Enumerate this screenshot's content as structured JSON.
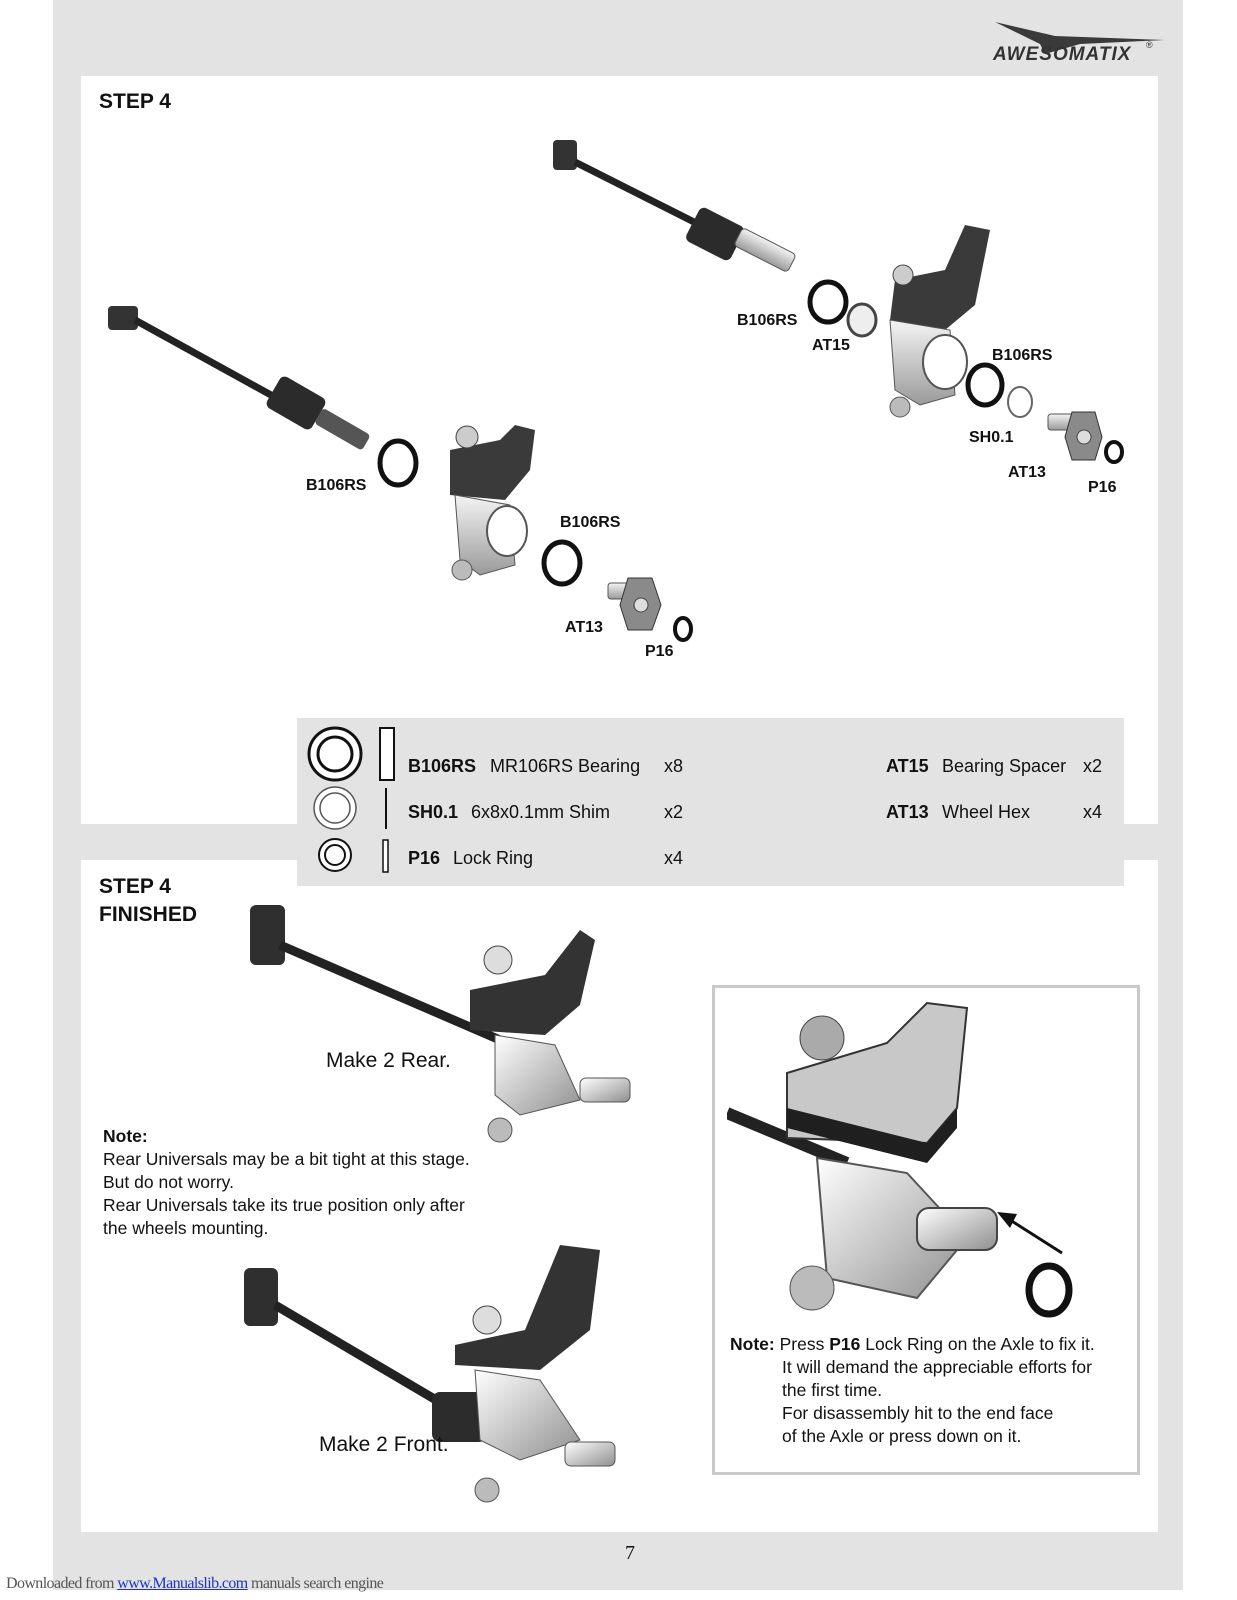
{
  "brand": {
    "logo_text": "AWESOMATIX",
    "registered": "®"
  },
  "step4": {
    "title": "STEP 4"
  },
  "callouts": {
    "b106rs_1": "B106RS",
    "at15": "AT15",
    "b106rs_2": "B106RS",
    "sh01": "SH0.1",
    "at13_1": "AT13",
    "p16_1": "P16",
    "b106rs_3": "B106RS",
    "b106rs_4": "B106RS",
    "at13_2": "AT13",
    "p16_2": "P16"
  },
  "parts": [
    {
      "code": "B106RS",
      "desc": "MR106RS Bearing",
      "qty": "x8"
    },
    {
      "code": "SH0.1",
      "desc": "6x8x0.1mm Shim",
      "qty": "x2"
    },
    {
      "code": "P16",
      "desc": "Lock Ring",
      "qty": "x4"
    },
    {
      "code": "AT15",
      "desc": "Bearing Spacer",
      "qty": "x2"
    },
    {
      "code": "AT13",
      "desc": "Wheel Hex",
      "qty": "x4"
    }
  ],
  "finished": {
    "title_line1": "STEP 4",
    "title_line2": "FINISHED",
    "make_rear": "Make 2 Rear.",
    "make_front": "Make 2 Front.",
    "note_heading": "Note:",
    "note_lines": [
      "Rear Universals may be a bit tight at this stage.",
      "But do not worry.",
      "Rear Universals take its true  position only after",
      "the wheels mounting."
    ]
  },
  "press_note": {
    "label": "Note:",
    "text_before": "Press ",
    "bold_part": "P16",
    "text_after": " Lock Ring on the Axle to fix it.",
    "lines": [
      "It will demand the appreciable efforts for",
      "the first time.",
      "For disassembly hit to the end face",
      "of the Axle or press down on it."
    ]
  },
  "page_number": "7",
  "footer": {
    "prefix": "Downloaded from ",
    "link": "www.Manualslib.com",
    "suffix": "  manuals search engine"
  }
}
